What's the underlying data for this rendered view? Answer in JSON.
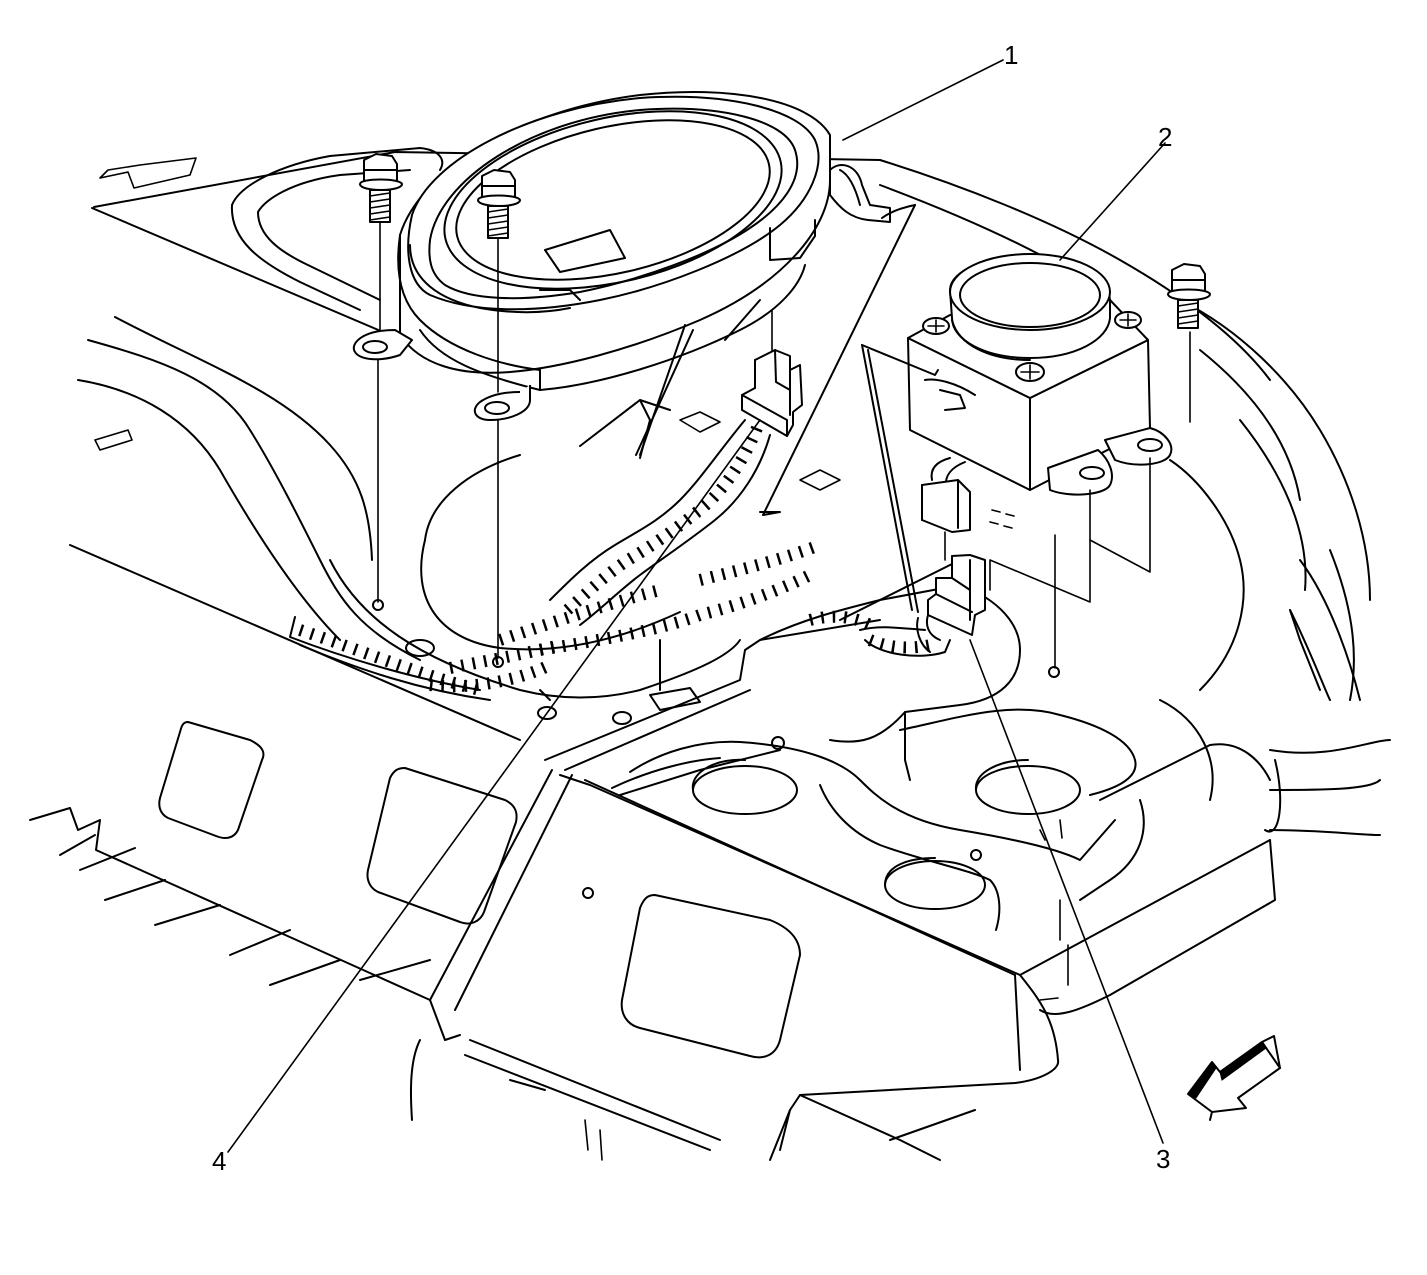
{
  "figure": {
    "type": "exploded-view service illustration",
    "background": "#ffffff",
    "line_color": "#000000"
  },
  "callouts": [
    {
      "id": "1",
      "label": "1"
    },
    {
      "id": "2",
      "label": "2"
    },
    {
      "id": "3",
      "label": "3"
    },
    {
      "id": "4",
      "label": "4"
    }
  ],
  "icons": {
    "direction_arrow": "front-direction-arrow-icon",
    "bolt": "bolt-icon"
  }
}
